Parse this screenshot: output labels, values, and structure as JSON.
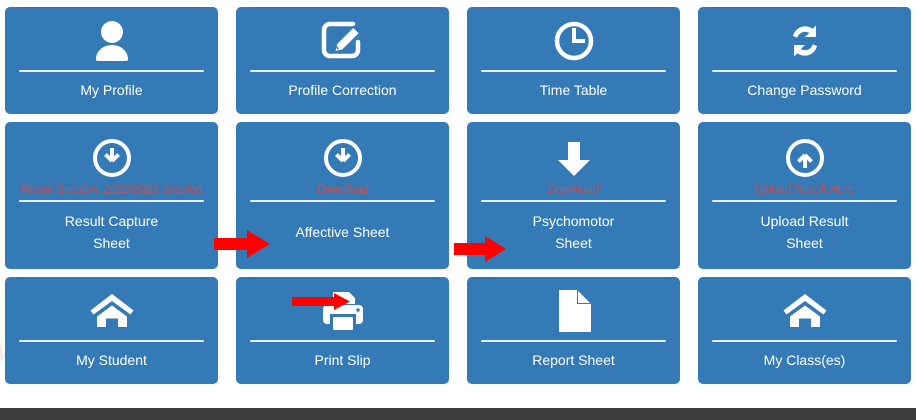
{
  "dashboard": {
    "accent_color": "#337ab7",
    "note_color": "#e04a42",
    "arrow_color": "#fd0000",
    "footer_color": "#3c3c3c",
    "watermark_text": "W",
    "tiles": [
      {
        "id": "my-profile",
        "icon": "user-icon",
        "label": "My Profile",
        "note": ""
      },
      {
        "id": "profile-correction",
        "icon": "edit-square-icon",
        "label": "Profile Correction",
        "note": ""
      },
      {
        "id": "time-table",
        "icon": "clock-icon",
        "label": "Time Table",
        "note": ""
      },
      {
        "id": "change-password",
        "icon": "refresh-cycle-icon",
        "label": "Change Password",
        "note": ""
      },
      {
        "id": "result-capture-sheet",
        "icon": "download-circle-icon",
        "label": "Result Capture\nSheet",
        "note": "Result Session: 2022/2023 Session"
      },
      {
        "id": "affective-sheet",
        "icon": "download-circle-icon",
        "label": "Affective Sheet",
        "note": "Download"
      },
      {
        "id": "psychomotor-sheet",
        "icon": "download-arrow-icon",
        "label": "Psychomotor\nSheet",
        "note": "Download"
      },
      {
        "id": "upload-result-sheet",
        "icon": "upload-circle-icon",
        "label": "Upload Result\nSheet",
        "note": "Upload Result Here"
      },
      {
        "id": "my-student",
        "icon": "home-icon",
        "label": "My Student",
        "note": ""
      },
      {
        "id": "print-slip",
        "icon": "printer-icon",
        "label": "Print Slip",
        "note": ""
      },
      {
        "id": "report-sheet",
        "icon": "document-page-icon",
        "label": "Report Sheet",
        "note": ""
      },
      {
        "id": "my-classes",
        "icon": "home-icon",
        "label": "My Class(es)",
        "note": ""
      }
    ],
    "annotations": [
      {
        "id": "arrow-1",
        "icon": "red-arrow-right-icon",
        "points_to": "affective-sheet"
      },
      {
        "id": "arrow-2",
        "icon": "red-arrow-right-icon",
        "points_to": "psychomotor-sheet"
      },
      {
        "id": "arrow-3",
        "icon": "red-arrow-right-icon",
        "points_to": "print-slip"
      }
    ]
  }
}
